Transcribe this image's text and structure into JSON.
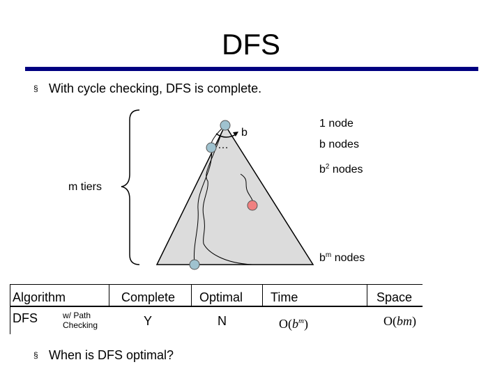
{
  "slide": {
    "title": "DFS",
    "bullet_mark": "§",
    "bullets": [
      "With cycle checking, DFS is complete.",
      "When is DFS optimal?"
    ]
  },
  "diagram": {
    "branch_label": "b",
    "dots": "…",
    "tiers_label": "m tiers",
    "levels": [
      {
        "prefix": "1 node",
        "exp": "",
        "suffix": ""
      },
      {
        "prefix": "b nodes",
        "exp": "",
        "suffix": ""
      },
      {
        "prefix": "b",
        "exp": "2",
        "suffix": " nodes"
      },
      {
        "prefix": "b",
        "exp": "m",
        "suffix": " nodes"
      }
    ],
    "colors": {
      "triangle_fill": "#dcdcdc",
      "node_fill": "#9fc2cf",
      "goal_fill": "#f08080"
    }
  },
  "table": {
    "headers": [
      "Algorithm",
      "Complete",
      "Optimal",
      "Time",
      "Space"
    ],
    "row": {
      "algorithm": "DFS",
      "variant": "w/ Path Checking",
      "complete": "Y",
      "optimal": "N",
      "time": {
        "prefix": "O(",
        "base": "b",
        "exp": "m",
        "suffix": ")"
      },
      "space": {
        "prefix": "O(",
        "expr": "bm",
        "suffix": ")"
      }
    }
  }
}
